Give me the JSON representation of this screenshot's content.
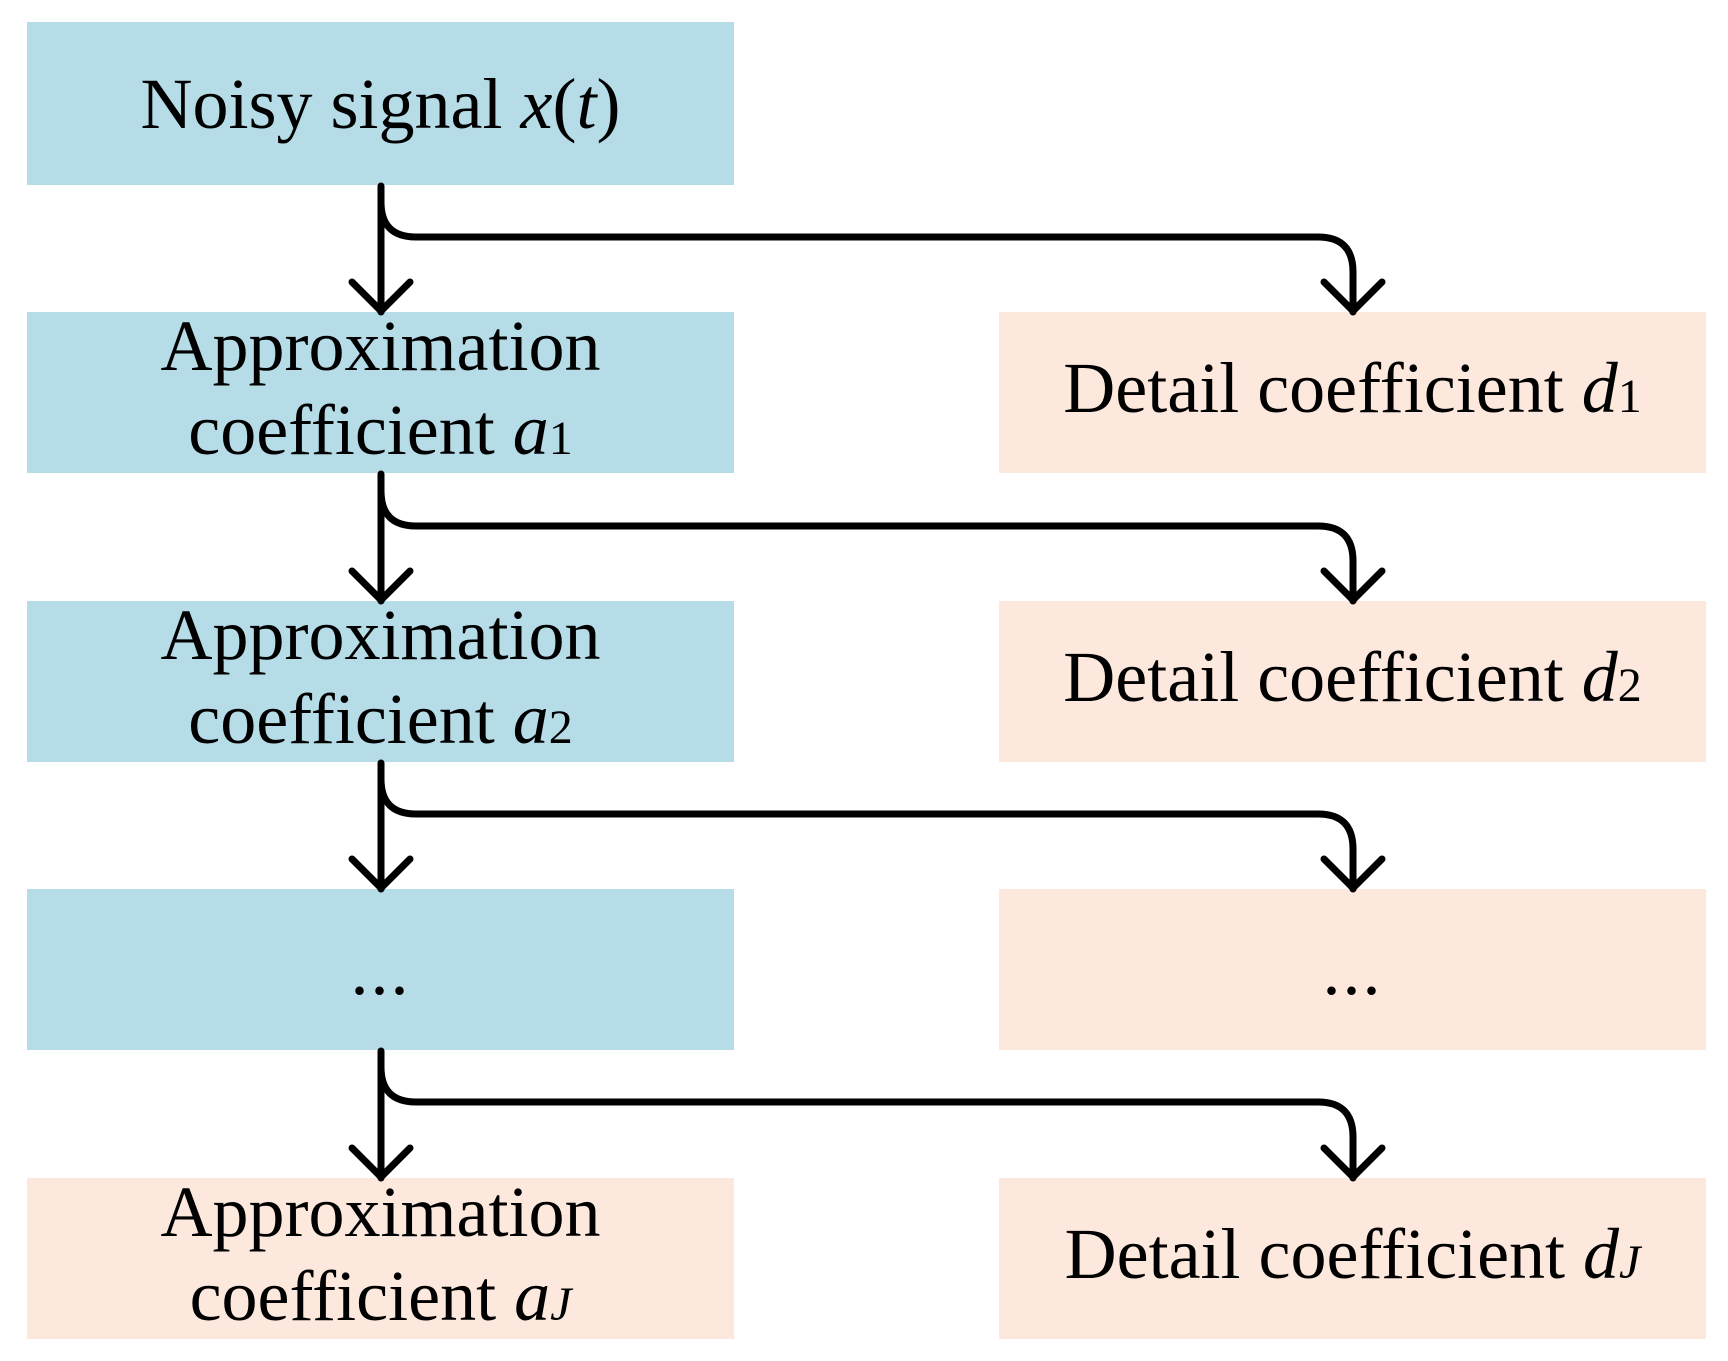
{
  "colors": {
    "approx_fill": "#b5dce7",
    "final_fill": "#fce8dc",
    "arrow": "#000000"
  },
  "input": {
    "label": "Noisy signal ",
    "var": "x",
    "open_paren": "(",
    "arg": "t",
    "close_paren": ")"
  },
  "approx": [
    {
      "line1": "Approximation",
      "line2": "coefficient ",
      "var": "a",
      "sub": "1"
    },
    {
      "line1": "Approximation",
      "line2": "coefficient ",
      "var": "a",
      "sub": "2"
    }
  ],
  "approx_final": {
    "line1": "Approximation",
    "line2": "coefficient ",
    "var": "a",
    "sub": "J"
  },
  "detail": [
    {
      "text": "Detail coefficient ",
      "var": "d",
      "sub": "1"
    },
    {
      "text": "Detail coefficient ",
      "var": "d",
      "sub": "2"
    }
  ],
  "detail_final": {
    "text": "Detail coefficient ",
    "var": "d",
    "sub": "J"
  },
  "ellipsis": "..."
}
